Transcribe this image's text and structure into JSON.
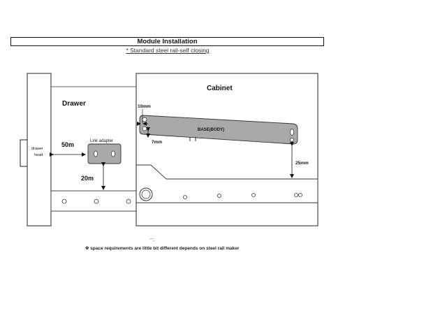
{
  "title": "Module Installation",
  "subtitle": "* Standard steel rail-self closing",
  "labels": {
    "drawer": "Drawer",
    "cabinet": "Cabinet",
    "drawer_head_1": "drawer",
    "drawer_head_2": "head",
    "link_adapter": "Link adapter",
    "base_body": "BASE(BODY)"
  },
  "dimensions": {
    "d50": "50m",
    "d20": "20m",
    "d10": "10mm",
    "d7": "7mm",
    "d25": "25mm"
  },
  "footnote": "※ space requirements are little bit different depends on steel rail maker"
}
